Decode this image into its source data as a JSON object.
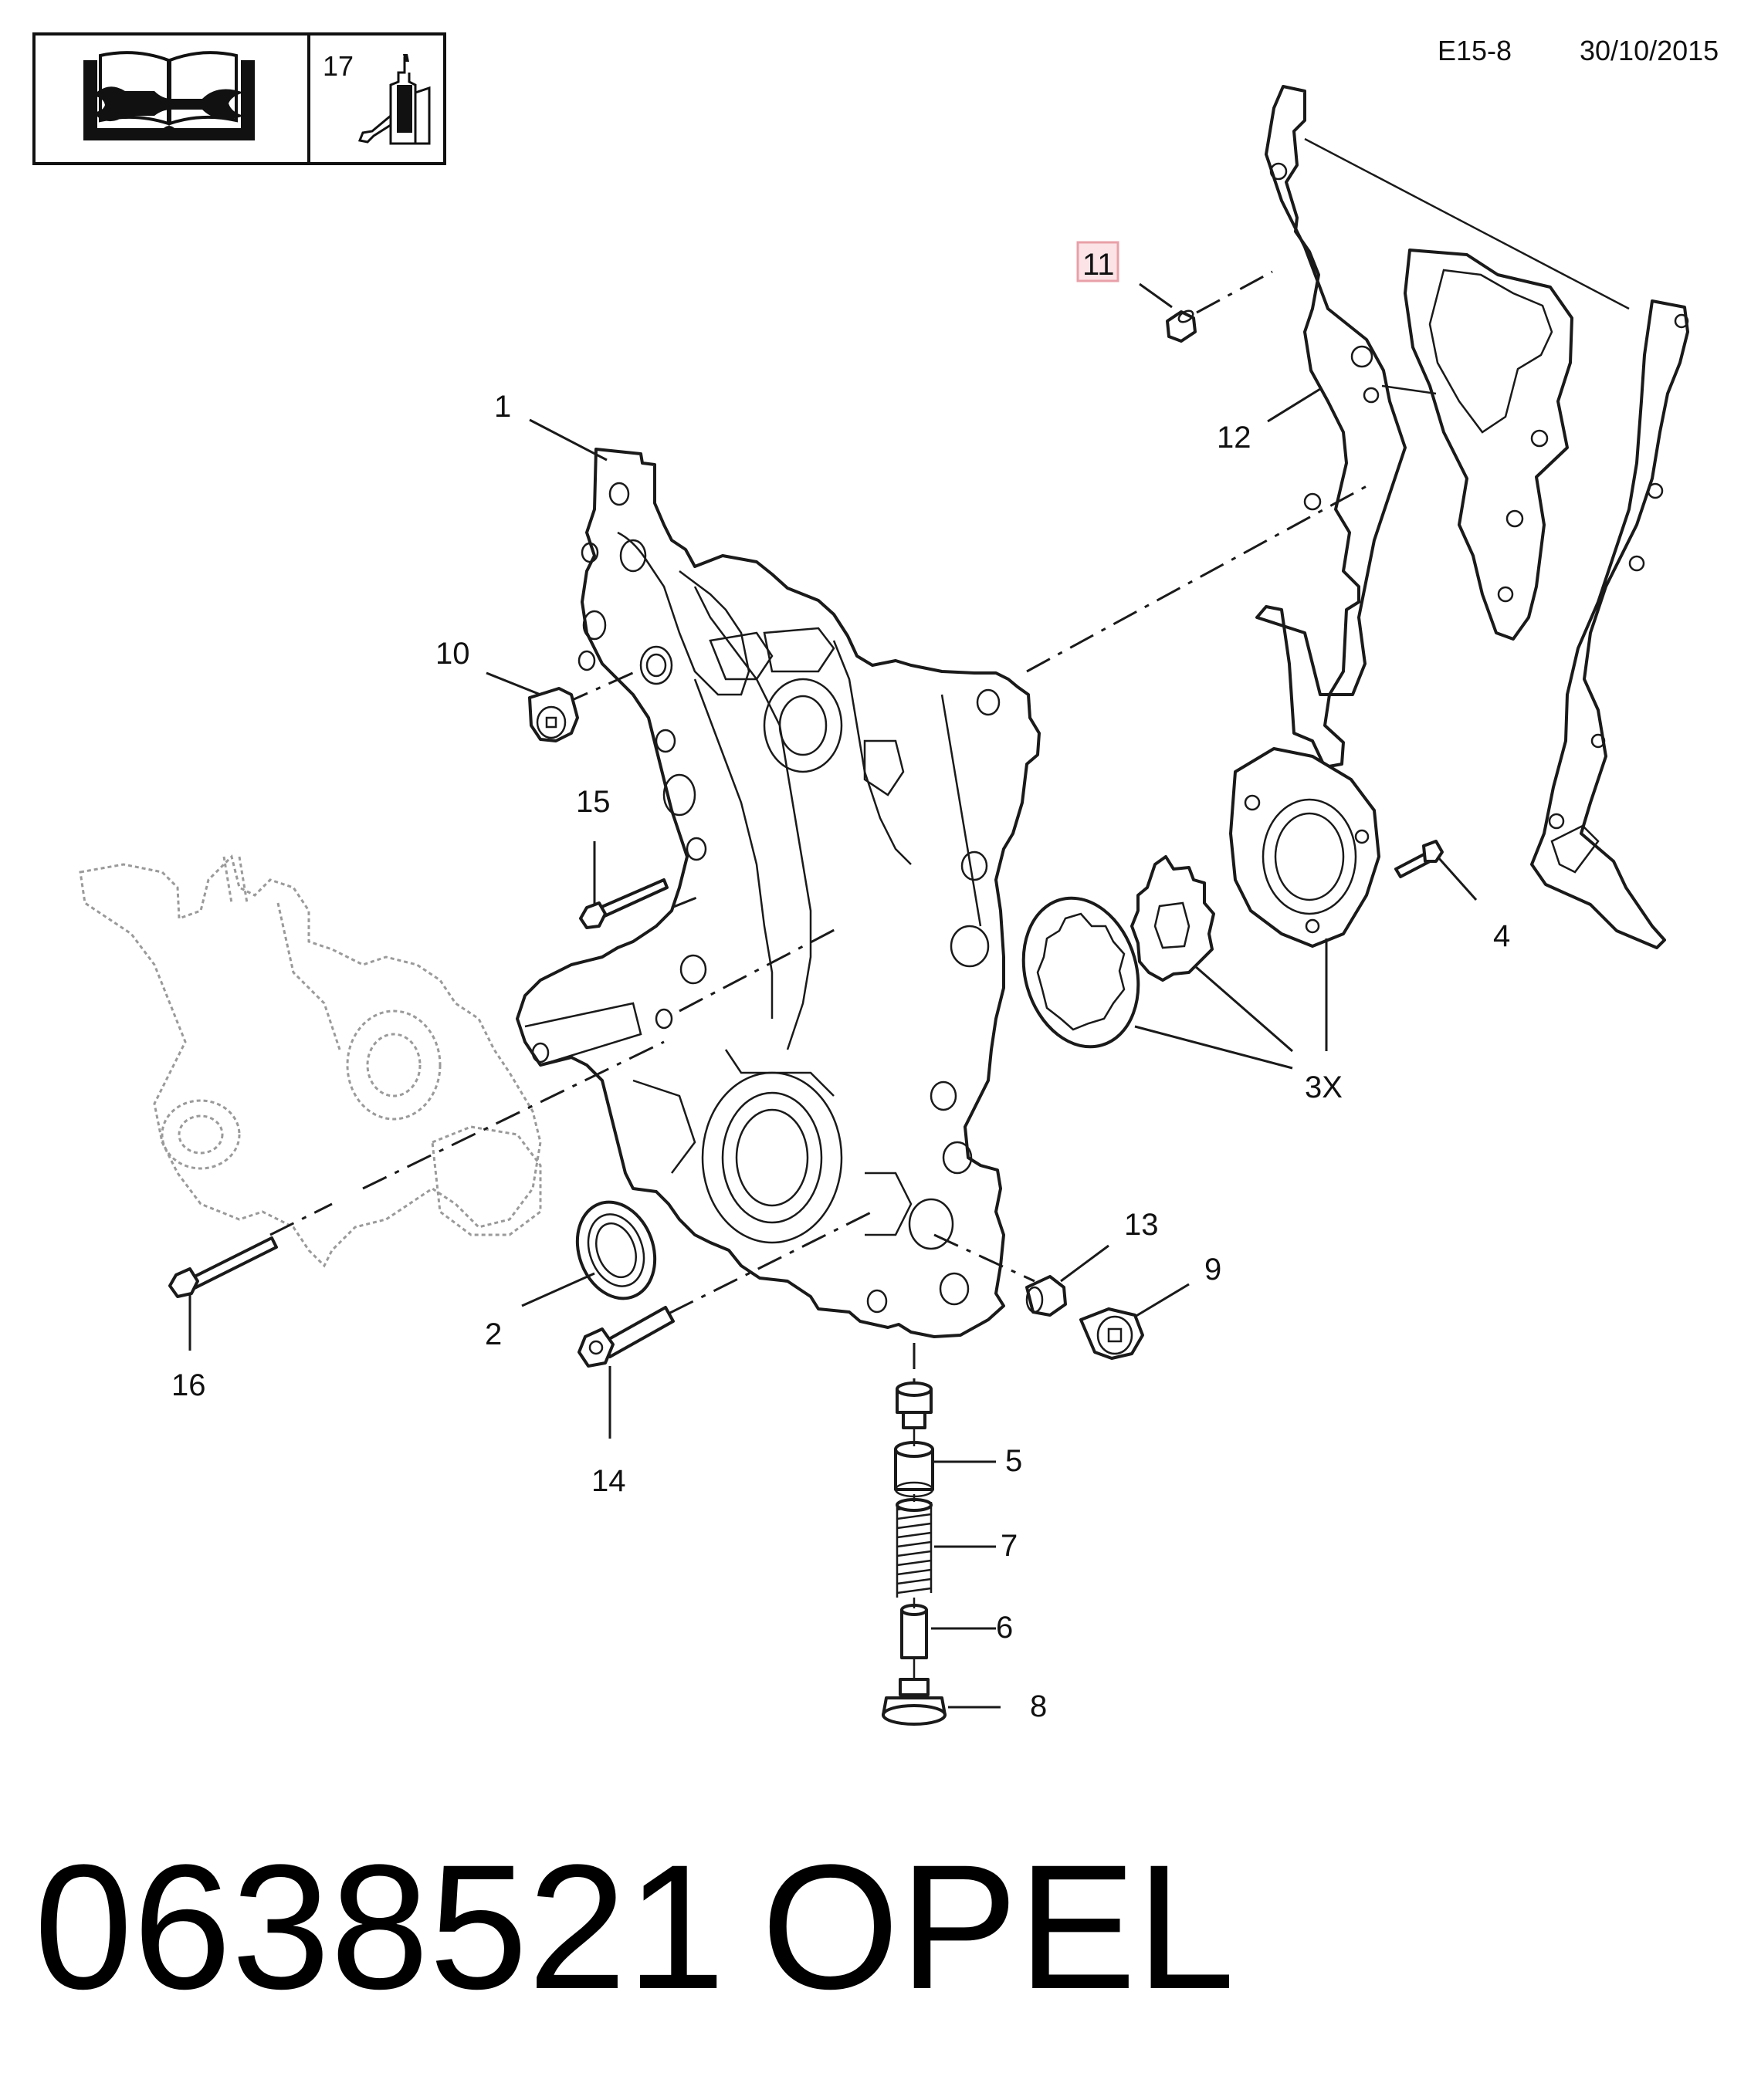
{
  "header": {
    "code": "E15-8",
    "date": "30/10/2015",
    "box_icons": [
      "manual-wrench-icon",
      "sealant-bottle-icon"
    ],
    "box_number": "17"
  },
  "callouts": {
    "c1": "1",
    "c2": "2",
    "c3": "3X",
    "c4": "4",
    "c5": "5",
    "c6": "6",
    "c7": "7",
    "c8": "8",
    "c9": "9",
    "c10": "10",
    "c11": "11",
    "c12": "12",
    "c13": "13",
    "c14": "14",
    "c15": "15",
    "c16": "16"
  },
  "highlight_color": "#e8a0a8",
  "footer": {
    "part_number": "0638521",
    "brand": "OPEL"
  }
}
